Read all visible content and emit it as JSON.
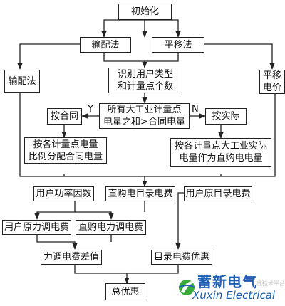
{
  "nodes": {
    "init": "初始化",
    "peipei_top": "输配法",
    "pingyi_top": "平移法",
    "peipei_left": "输配法",
    "pingyi_right": "平移\n电价",
    "identify": "识别用户类型\n和计量点个数",
    "condition": "所有大工业计量点\n电量之和>合同电量",
    "by_contract": "按合同",
    "by_actual": "按实际",
    "alloc_contract": "按各计量点电量\n比例分配合同电量",
    "actual_direct": "按各计量点大工业实际\n电量作为直购电电量",
    "power_factor": "用户功率因数",
    "direct_catalog_fee": "直购电目录电费",
    "user_catalog_fee": "用户原目录电费",
    "orig_adj_fee": "用户原力调电费",
    "direct_adj_fee": "直购电力调电费",
    "adj_fee_diff": "力调电费差值",
    "catalog_discount": "目录电费优惠",
    "total_discount": "总优惠"
  },
  "branch_labels": {
    "yes": "Y",
    "no": "N"
  },
  "watermark": {
    "cn": "蓄新电气",
    "en": "Xuxin Electrical",
    "faint": "一线技术平台"
  },
  "colors": {
    "line": "#222222",
    "brand_blue": "#1c5fb5",
    "brand_green": "#3aaa3a"
  }
}
